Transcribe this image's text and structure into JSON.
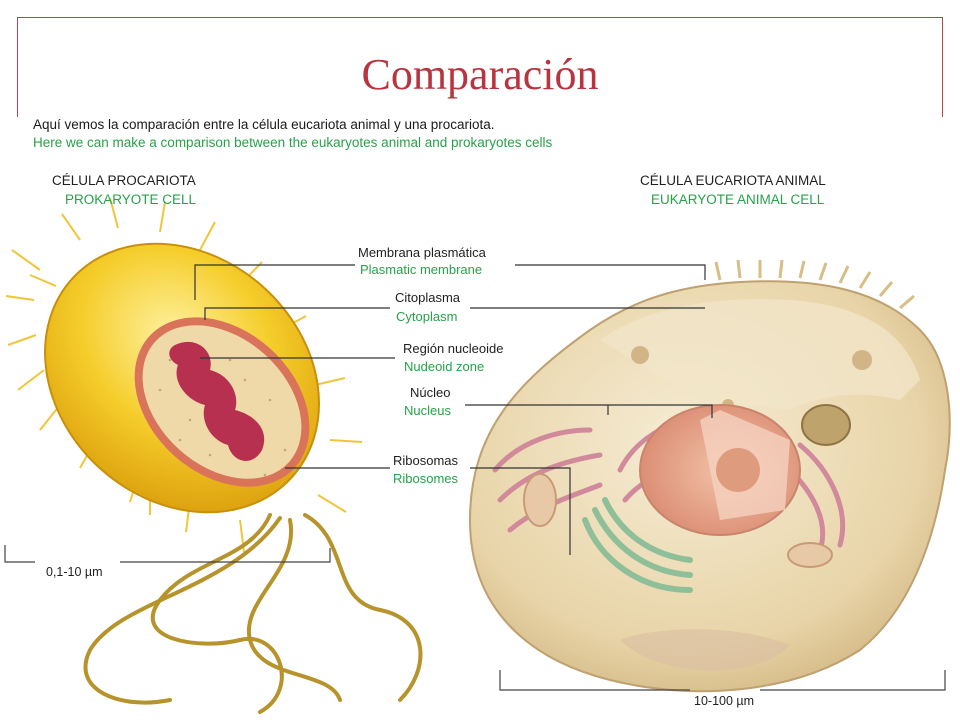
{
  "slide": {
    "title": "Comparación"
  },
  "intro": {
    "es": "Aquí vemos la comparación entre la célula eucariota animal y una procariota.",
    "en": "Here we can make a comparison between the eukaryotes animal and prokaryotes cells"
  },
  "prokaryote": {
    "header_es": "CÉLULA PROCARIOTA",
    "header_en": "PROKARYOTE CELL",
    "scale": "0,1-10 µm"
  },
  "eukaryote": {
    "header_es": "CÉLULA EUCARIOTA ANIMAL",
    "header_en": "EUKARYOTE ANIMAL CELL",
    "scale": "10-100 µm"
  },
  "labels": [
    {
      "es": "Membrana plasmática",
      "en": "Plasmatic membrane"
    },
    {
      "es": "Citoplasma",
      "en": "Cytoplasm"
    },
    {
      "es": "Región nucleoide",
      "en": "Nudeoid zone"
    },
    {
      "es": "Núcleo",
      "en": "Nucleus"
    },
    {
      "es": "Ribosomas",
      "en": "Ribosomes"
    }
  ],
  "colors": {
    "title": "#b8353f",
    "english_text": "#27a24a",
    "prokaryote_body": "#f2c21a",
    "cytoplasm": "#efd9a8",
    "nucleoid": "#b8304f",
    "eukaryote_body": "#ead9b4",
    "nucleus": "#e9a98f",
    "golgi": "#9ec7a5",
    "er": "#d89aa6"
  }
}
